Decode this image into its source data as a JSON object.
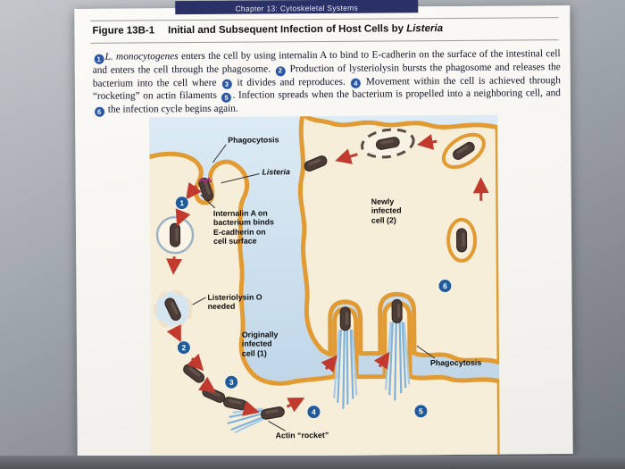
{
  "chapter_header": "Chapter 13: Cytoskeletal Systems",
  "figure": {
    "label": "Figure 13B-1",
    "title": "Initial and Subsequent Infection of Host Cells by ",
    "title_species": "Listeria"
  },
  "caption": {
    "segments": [
      {
        "type": "num",
        "value": "1"
      },
      {
        "type": "italic",
        "value": "L. monocytogenes"
      },
      {
        "type": "text",
        "value": " enters the cell by using internalin A to bind to E-cadherin on the surface of the intestinal cell and enters the cell through the phagosome. "
      },
      {
        "type": "num",
        "value": "2"
      },
      {
        "type": "text",
        "value": " Production of lysteriolysin bursts the phagosome and releases the bacterium into the cell where "
      },
      {
        "type": "num",
        "value": "3"
      },
      {
        "type": "text",
        "value": " it divides and reproduces. "
      },
      {
        "type": "num",
        "value": "4"
      },
      {
        "type": "text",
        "value": " Movement within the cell is achieved through “rocketing” on actin filaments "
      },
      {
        "type": "num",
        "value": "5"
      },
      {
        "type": "text",
        "value": ". Infection spreads when the bacterium is propelled into a neighboring cell, and "
      },
      {
        "type": "num",
        "value": "6"
      },
      {
        "type": "text",
        "value": " the infection cycle begins again."
      }
    ]
  },
  "diagram": {
    "labels": {
      "phagocytosis_top": "Phagocytosis",
      "listeria": "Listeria",
      "internalin": "Internalin A on\nbacterium binds\nE-cadherin on\ncell surface",
      "newly_infected": "Newly\ninfected\ncell (2)",
      "listeriolysin": "Listeriolysin O\nneeded",
      "originally_infected": "Originally\ninfected\ncell (1)",
      "phagocytosis_right": "Phagocytosis",
      "actin_rocket": "Actin “rocket”"
    },
    "steps": [
      "1",
      "2",
      "3",
      "4",
      "5",
      "6"
    ],
    "colors": {
      "membrane": "#e29b33",
      "cytoplasm": "#f7eeda",
      "extracellular": "#c9dcec",
      "bacterium": "#4b3c37",
      "arrow": "#c23a2e",
      "actin": "#7db3dd",
      "step_badge": "#1e5a9c"
    }
  }
}
